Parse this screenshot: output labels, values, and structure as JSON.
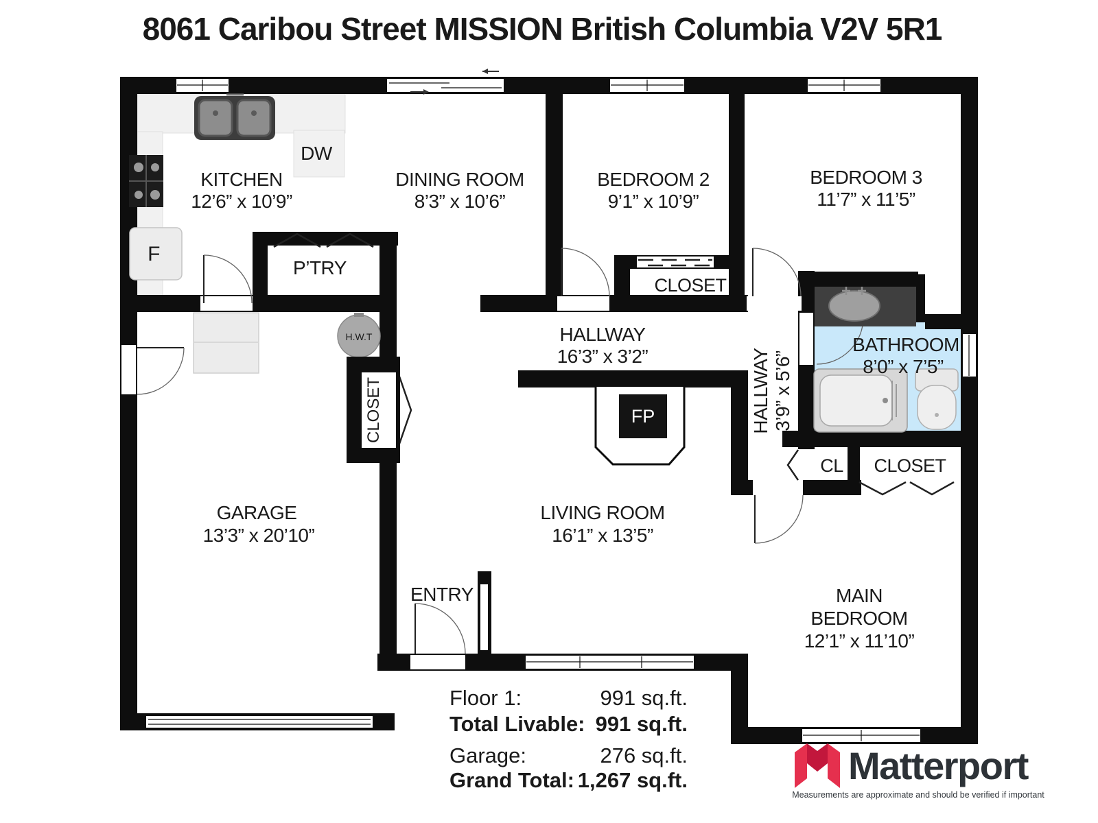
{
  "title": "8061 Caribou Street MISSION British Columbia V2V 5R1",
  "rooms": {
    "kitchen": {
      "name": "KITCHEN",
      "dims": "12’6” x 10’9”"
    },
    "dining": {
      "name": "DINING ROOM",
      "dims": "8’3” x 10’6”"
    },
    "bedroom2": {
      "name": "BEDROOM 2",
      "dims": "9’1” x 10’9”"
    },
    "bedroom3": {
      "name": "BEDROOM 3",
      "dims": "11’7” x 11’5”"
    },
    "hallway_main": {
      "name": "HALLWAY",
      "dims": "16’3” x 3’2”"
    },
    "hallway_side": {
      "name": "HALLWAY",
      "dims": "3’9” x 5’6”"
    },
    "bathroom": {
      "name": "BATHROOM",
      "dims": "8’0” x 7’5”"
    },
    "living": {
      "name": "LIVING ROOM",
      "dims": "16’1” x 13’5”"
    },
    "garage": {
      "name": "GARAGE",
      "dims": "13’3” x 20’10”"
    },
    "main_bedroom": {
      "line1": "MAIN",
      "line2": "BEDROOM",
      "dims": "12’1” x 11’10”"
    },
    "pantry": {
      "name": "P’TRY"
    },
    "entry": {
      "name": "ENTRY"
    }
  },
  "labels": {
    "dishwasher": "DW",
    "fridge": "F",
    "hot_water_tank": "H.W.T",
    "fireplace": "FP",
    "closet_bed2": "CLOSET",
    "closet_garage": "CLOSET",
    "closet_small": "CL",
    "closet_main": "CLOSET"
  },
  "stats": {
    "floor1_label": "Floor 1:",
    "floor1_value": "991 sq.ft.",
    "total_livable_label": "Total Livable:",
    "total_livable_value": "991 sq.ft.",
    "garage_label": "Garage:",
    "garage_value": "276 sq.ft.",
    "grand_total_label": "Grand Total:",
    "grand_total_value": "1,267 sq.ft."
  },
  "branding": {
    "logo_text": "Matterport",
    "tagline": "Measurements are approximate and should be verified if important"
  },
  "colors": {
    "wall": "#0e0e0e",
    "bathroom_floor": "#c9e8fa",
    "brand_red": "#e5304e",
    "brand_red_dark": "#c2173c"
  }
}
